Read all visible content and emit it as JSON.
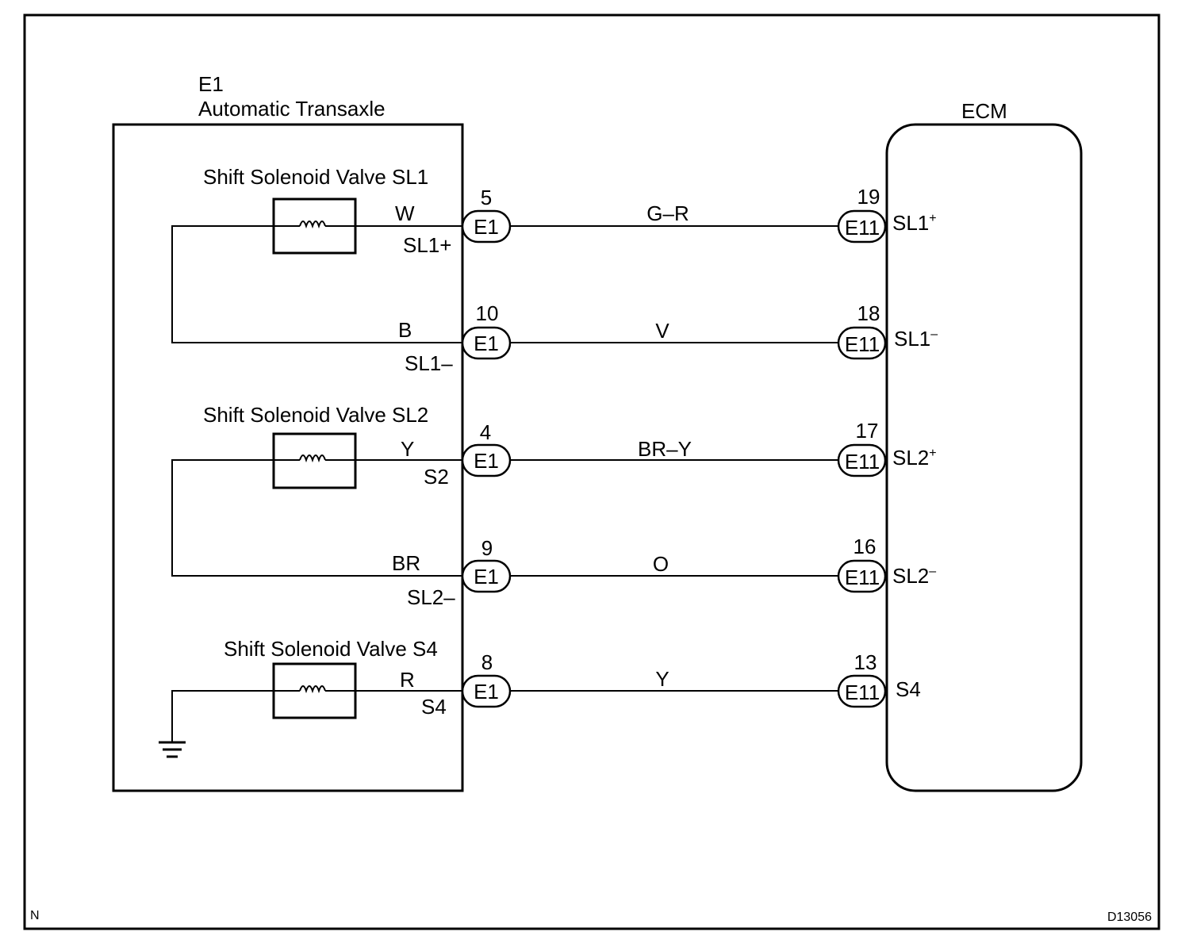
{
  "transaxle": {
    "code": "E1",
    "name": "Automatic Transaxle",
    "valves": [
      {
        "name": "Shift Solenoid Valve SL1"
      },
      {
        "name": "Shift Solenoid Valve SL2"
      },
      {
        "name": "Shift Solenoid Valve S4"
      }
    ]
  },
  "ecm": {
    "name": "ECM"
  },
  "wires": [
    {
      "side_color": "W",
      "pin_label": "SL1+",
      "pin": "5",
      "connector": "E1",
      "harness_color": "G–R",
      "ecm_pin": "19",
      "ecm_connector": "E11",
      "ecm_terminal": "SL1",
      "ecm_sup": "+"
    },
    {
      "side_color": "B",
      "pin_label": "SL1–",
      "pin": "10",
      "connector": "E1",
      "harness_color": "V",
      "ecm_pin": "18",
      "ecm_connector": "E11",
      "ecm_terminal": "SL1",
      "ecm_sup": "–"
    },
    {
      "side_color": "Y",
      "pin_label": "S2",
      "pin": "4",
      "connector": "E1",
      "harness_color": "BR–Y",
      "ecm_pin": "17",
      "ecm_connector": "E11",
      "ecm_terminal": "SL2",
      "ecm_sup": "+"
    },
    {
      "side_color": "BR",
      "pin_label": "SL2–",
      "pin": "9",
      "connector": "E1",
      "harness_color": "O",
      "ecm_pin": "16",
      "ecm_connector": "E11",
      "ecm_terminal": "SL2",
      "ecm_sup": "–"
    },
    {
      "side_color": "R",
      "pin_label": "S4",
      "pin": "8",
      "connector": "E1",
      "harness_color": "Y",
      "ecm_pin": "13",
      "ecm_connector": "E11",
      "ecm_terminal": "S4",
      "ecm_sup": ""
    }
  ],
  "footer": {
    "left": "N",
    "right": "D13056"
  },
  "icons": {
    "coil": "solenoid-coil-icon",
    "ground": "ground-icon"
  }
}
